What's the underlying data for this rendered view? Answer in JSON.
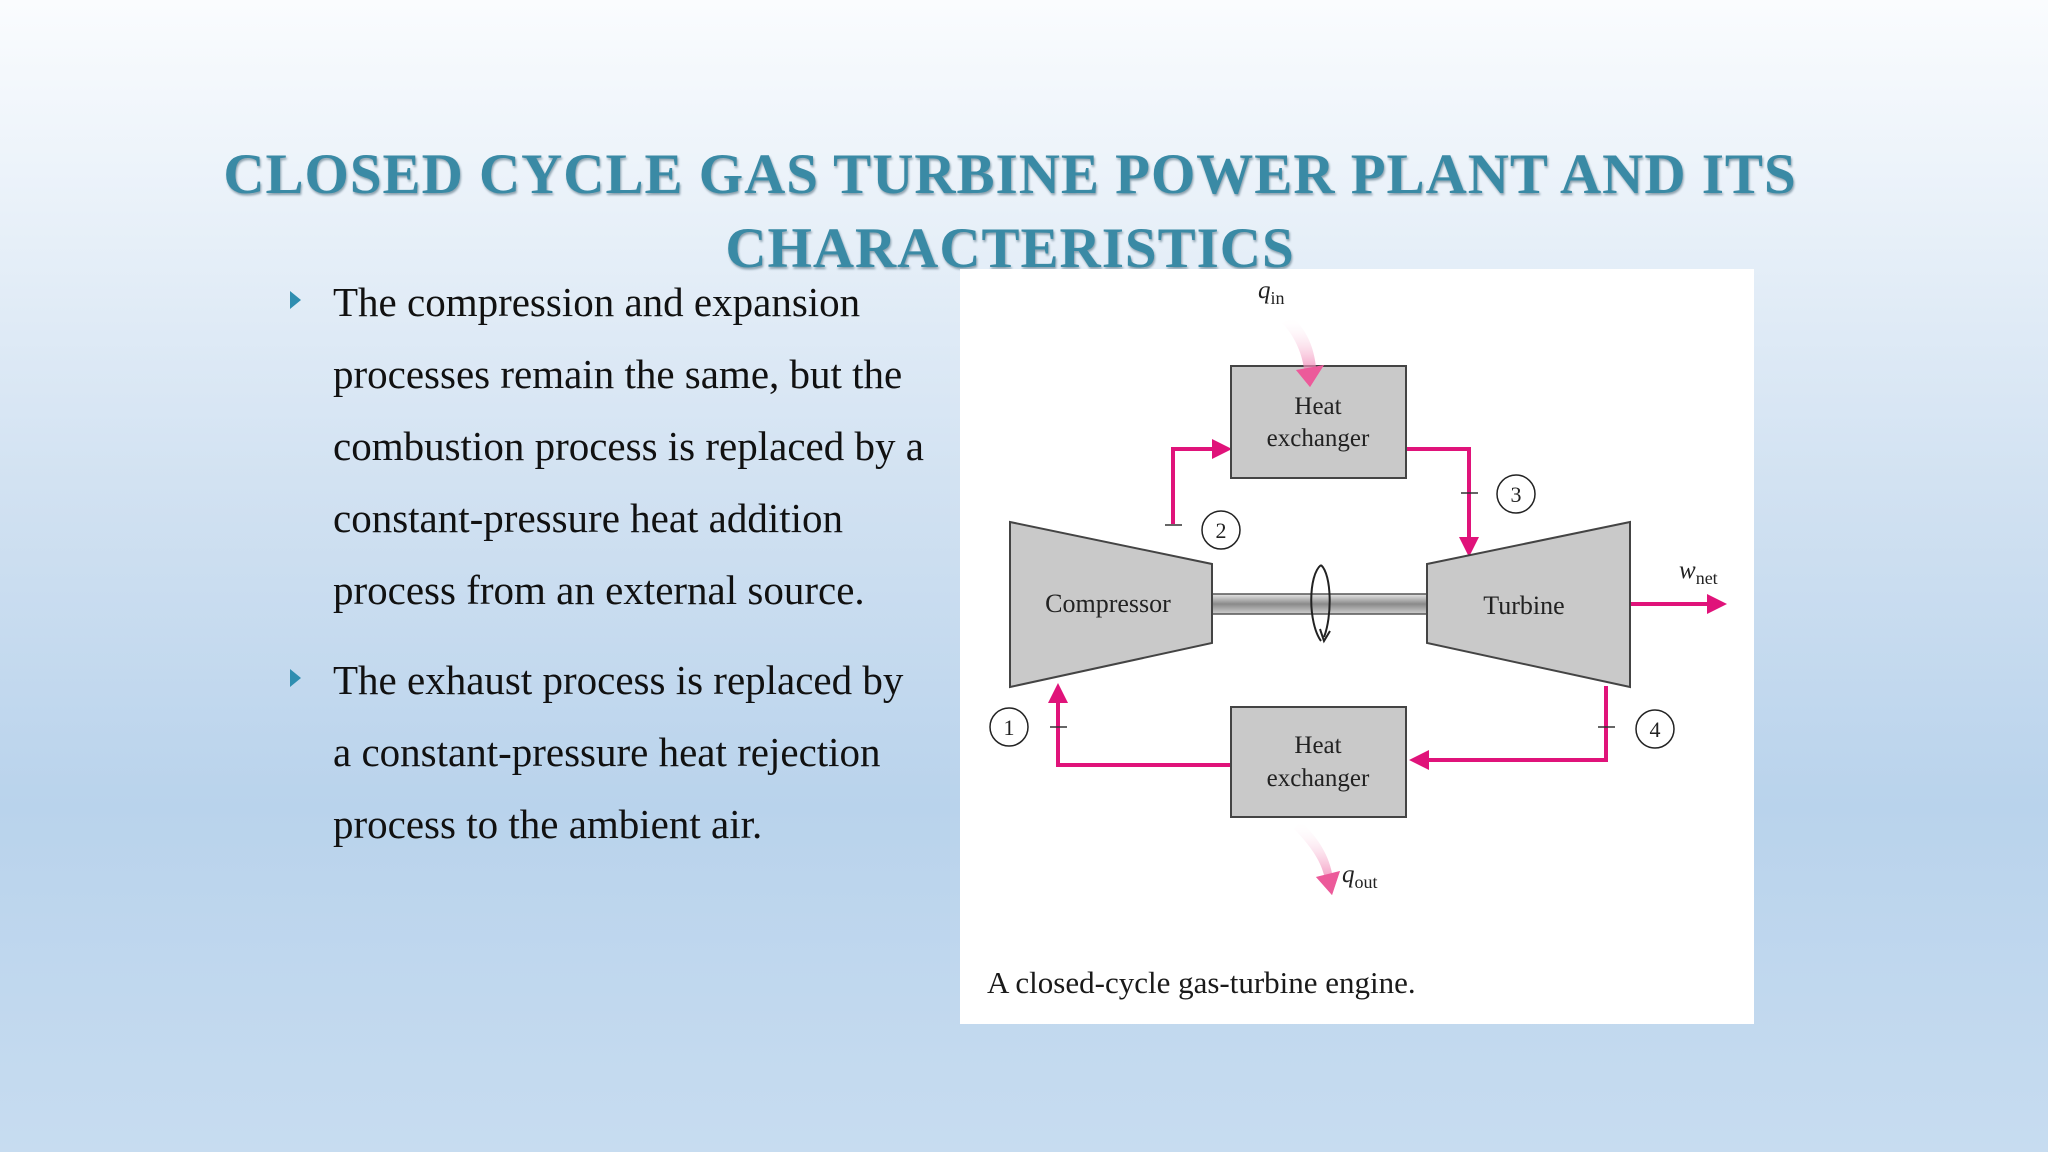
{
  "slide": {
    "title": "CLOSED CYCLE GAS TURBINE POWER PLANT AND ITS CHARACTERISTICS",
    "bullets": [
      "The compression and expansion processes remain the same, but the combustion process is replaced by a constant-pressure heat addition process from an external source.",
      "The exhaust process is replaced by a constant-pressure heat rejection process to the ambient air."
    ]
  },
  "diagram": {
    "q_in": "q",
    "q_in_sub": "in",
    "q_out": "q",
    "q_out_sub": "out",
    "w_net": "w",
    "w_net_sub": "net",
    "heat_exchanger_top": [
      "Heat",
      "exchanger"
    ],
    "heat_exchanger_bottom": [
      "Heat",
      "exchanger"
    ],
    "compressor": "Compressor",
    "turbine": "Turbine",
    "states": [
      "1",
      "2",
      "3",
      "4"
    ],
    "caption": "A closed-cycle gas-turbine engine.",
    "colors": {
      "flow_line": "#e0137a",
      "heat_arrow": "#ec5a9a",
      "component_fill": "#c9c9c9"
    }
  }
}
